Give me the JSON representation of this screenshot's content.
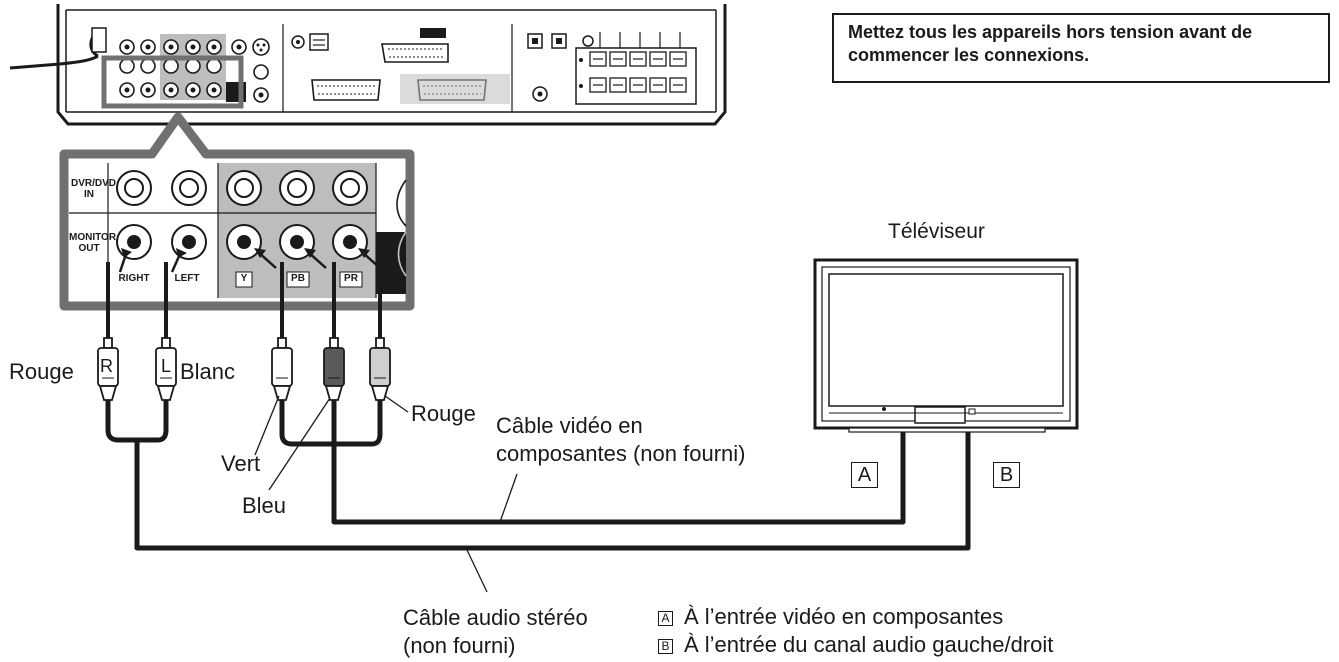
{
  "warning": "Mettez tous les appareils hors tension avant de commencer les connexions.",
  "tv_label": "Téléviseur",
  "plugs": {
    "R": "R",
    "L": "L"
  },
  "panel": {
    "dvr_in": "DVR/DVD IN",
    "monitor_out": "MONITOR OUT",
    "right": "RIGHT",
    "left": "LEFT",
    "y": "Y",
    "pb": "PB",
    "pr": "PR"
  },
  "cables": {
    "rouge_left": "Rouge",
    "blanc": "Blanc",
    "rouge_right": "Rouge",
    "vert": "Vert",
    "bleu": "Bleu",
    "component_line1": "Câble vidéo en",
    "component_line2": "composantes (non fourni)",
    "audio_line1": "Câble audio stéréo",
    "audio_line2": "(non fourni)"
  },
  "connectors": {
    "a": "A",
    "b": "B"
  },
  "legend": [
    {
      "key": "A",
      "text": "À l’entrée vidéo en composantes"
    },
    {
      "key": "B",
      "text": "À l’entrée du canal audio gauche/droit"
    }
  ],
  "colors": {
    "ink": "#1a1a1a",
    "panel_gray": "#bdbdbd",
    "zoom_frame": "#707070",
    "plug_green": "#ffffff",
    "plug_blue": "#5a5a5a",
    "plug_red": "#cfcfcf"
  }
}
